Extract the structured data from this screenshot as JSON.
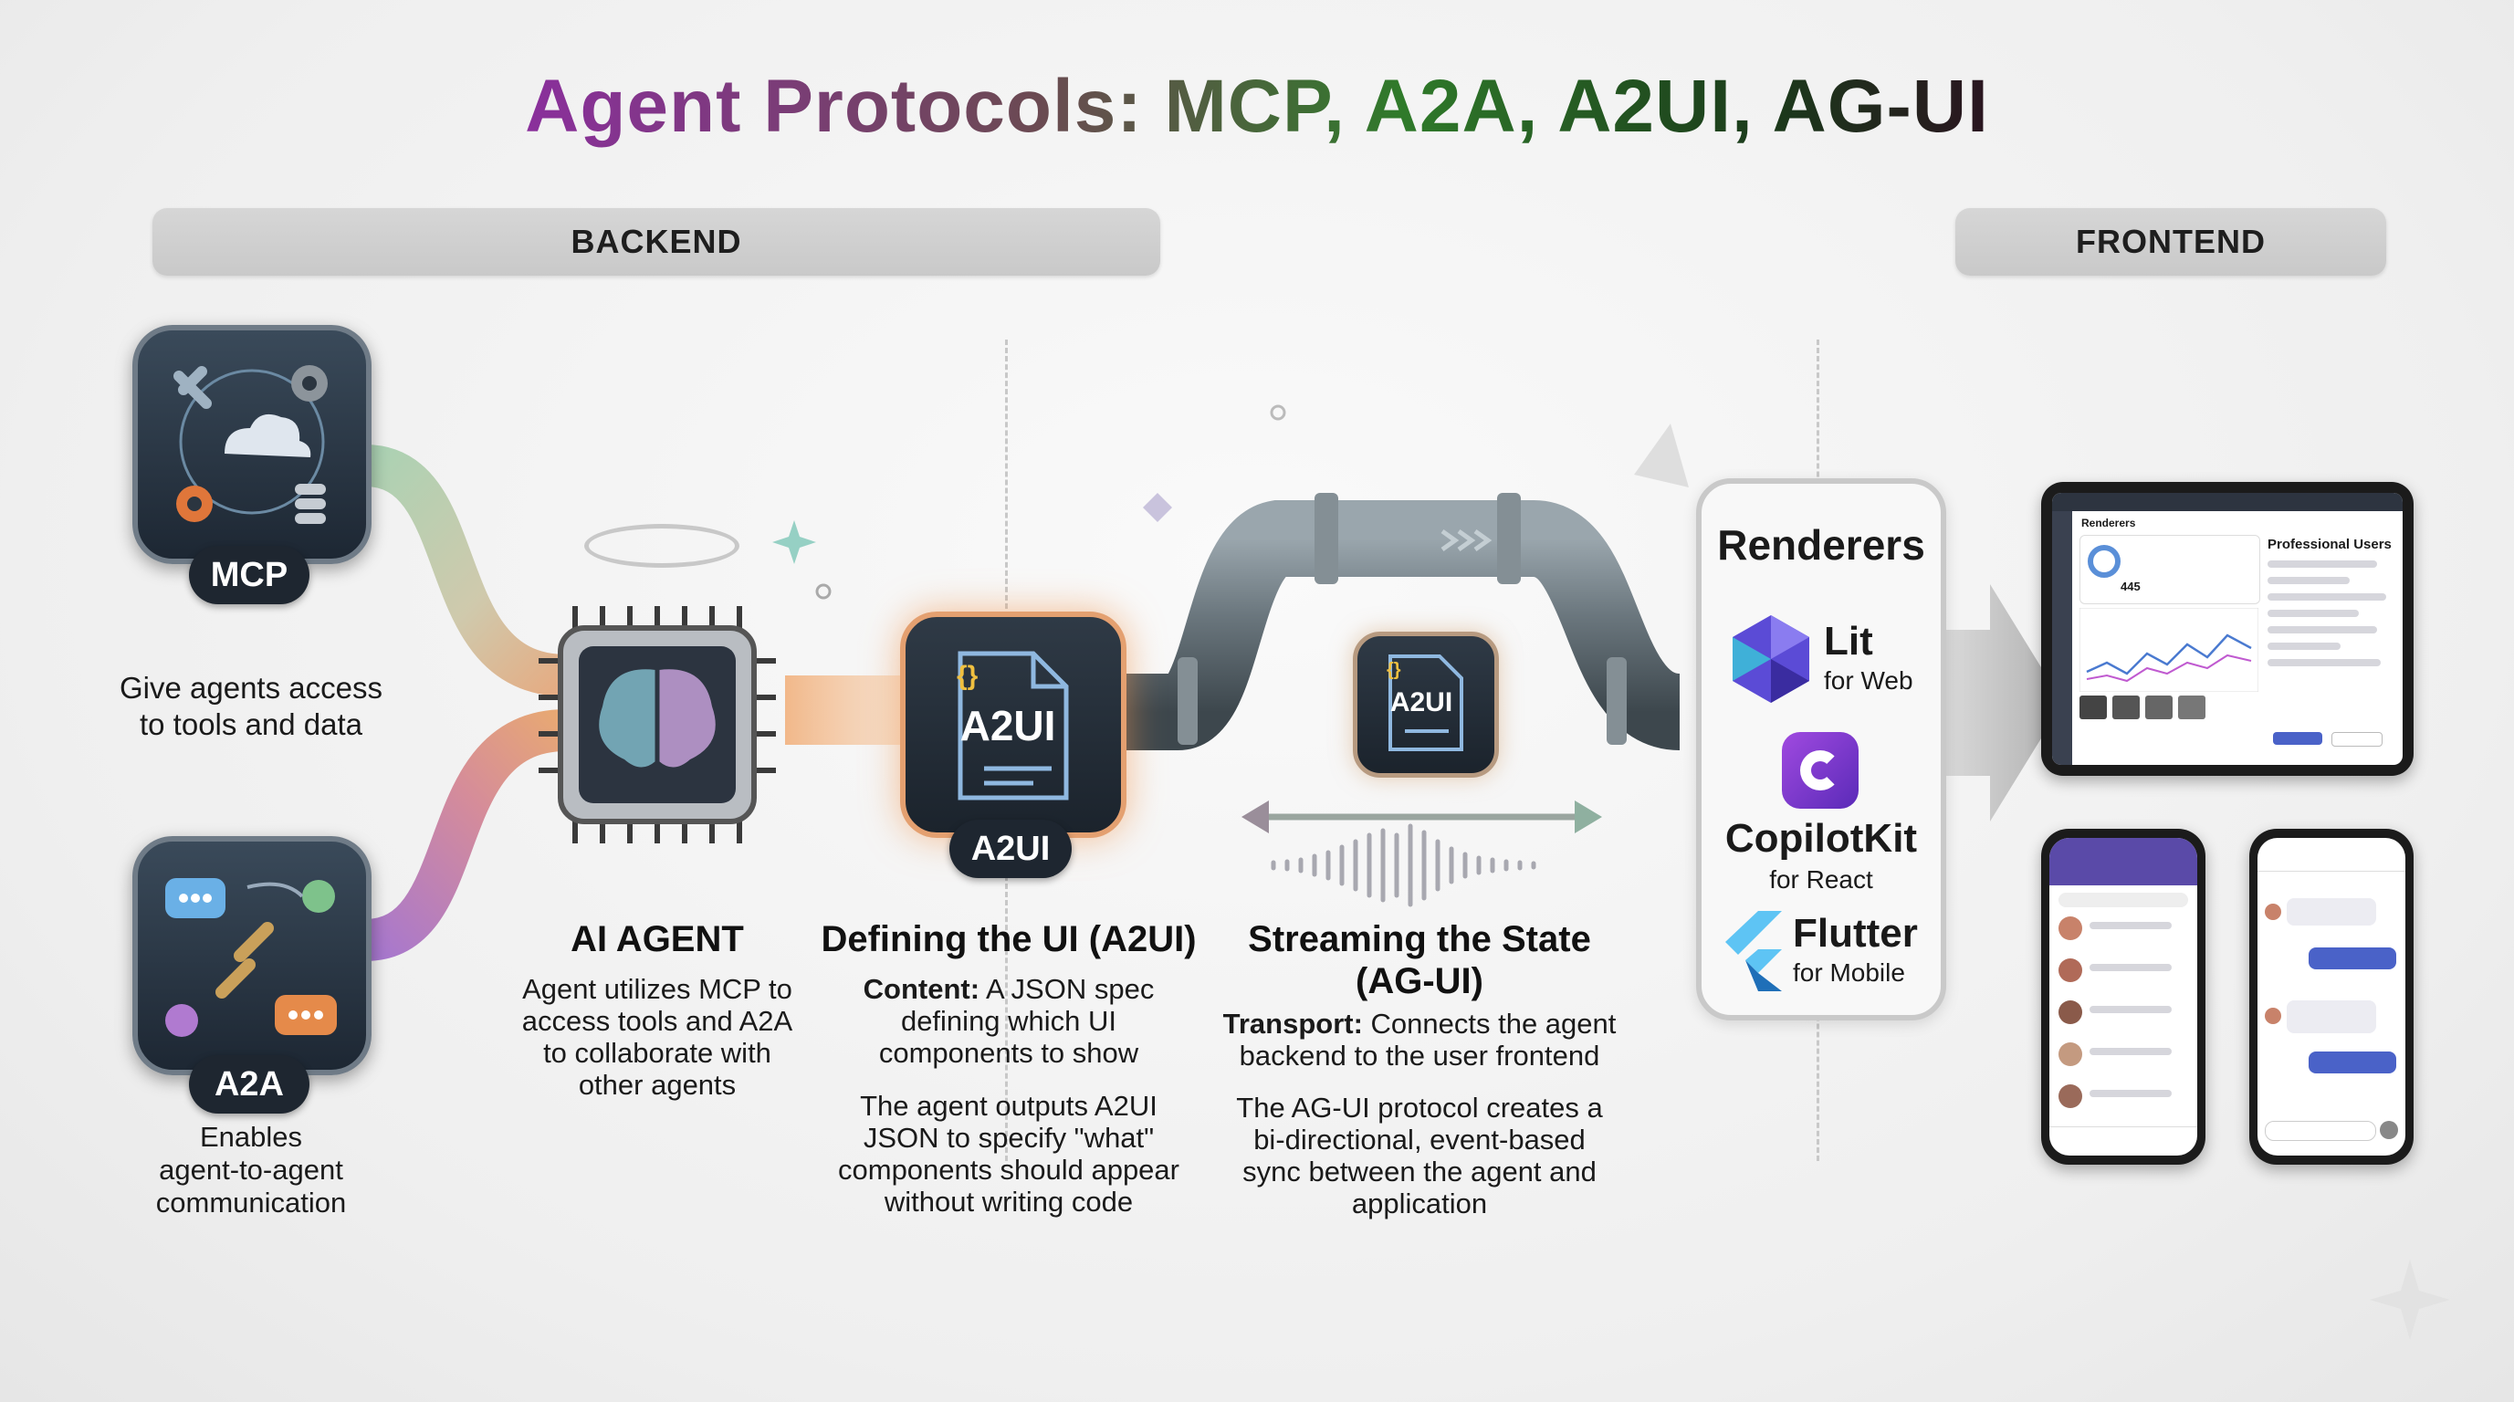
{
  "title": "Agent Protocols: MCP, A2A, A2UI, AG-UI",
  "sections": {
    "backend": "BACKEND",
    "frontend": "FRONTEND"
  },
  "mcp": {
    "label": "MCP",
    "caption_1": "Give agents access",
    "caption_2": "to tools and data"
  },
  "a2a": {
    "label": "A2A",
    "caption_1": "Enables",
    "caption_2": "agent-to-agent",
    "caption_3": "communication"
  },
  "agent": {
    "heading": "AI AGENT",
    "desc_1": "Agent utilizes MCP to",
    "desc_2": "access tools and A2A",
    "desc_3": "to collaborate with",
    "desc_4": "other agents"
  },
  "a2ui": {
    "card_label": "A2UI",
    "card_code": "{}",
    "pill": "A2UI",
    "heading": "Defining the UI (A2UI)",
    "content_label": "Content:",
    "content_1": " A JSON spec",
    "content_2": "defining which UI",
    "content_3": "components to show",
    "desc_1": "The agent outputs A2UI",
    "desc_2": "JSON to specify \"what\"",
    "desc_3": "components should appear",
    "desc_4": "without writing code"
  },
  "agui": {
    "card_label": "A2UI",
    "card_code": "{}",
    "heading_1": "Streaming the State",
    "heading_2": "(AG-UI)",
    "transport_label": "Transport:",
    "transport_1": " Connects the agent",
    "transport_2": "backend to the user frontend",
    "desc_1": "The AG-UI protocol creates a",
    "desc_2": "bi-directional, event-based",
    "desc_3": "sync between the agent and",
    "desc_4": "application"
  },
  "renderers": {
    "title": "Renderers",
    "items": [
      {
        "name": "Lit",
        "sub": "for Web"
      },
      {
        "name": "CopilotKit",
        "sub": "for React"
      },
      {
        "name": "Flutter",
        "sub": "for Mobile"
      }
    ]
  },
  "tablet": {
    "sidebar_title": "Renderers",
    "panel_title": "Professional Users",
    "stat": "445"
  },
  "colors": {
    "mcp_flow": "#8fbf9a",
    "a2a_flow": "#b07ad0",
    "agent_glow": "#e79a5a",
    "pipe": "#6d7a80",
    "copilotkit": "#8a3cc9",
    "flutter": "#4aa8e8",
    "lit": "#5b4bd6"
  }
}
